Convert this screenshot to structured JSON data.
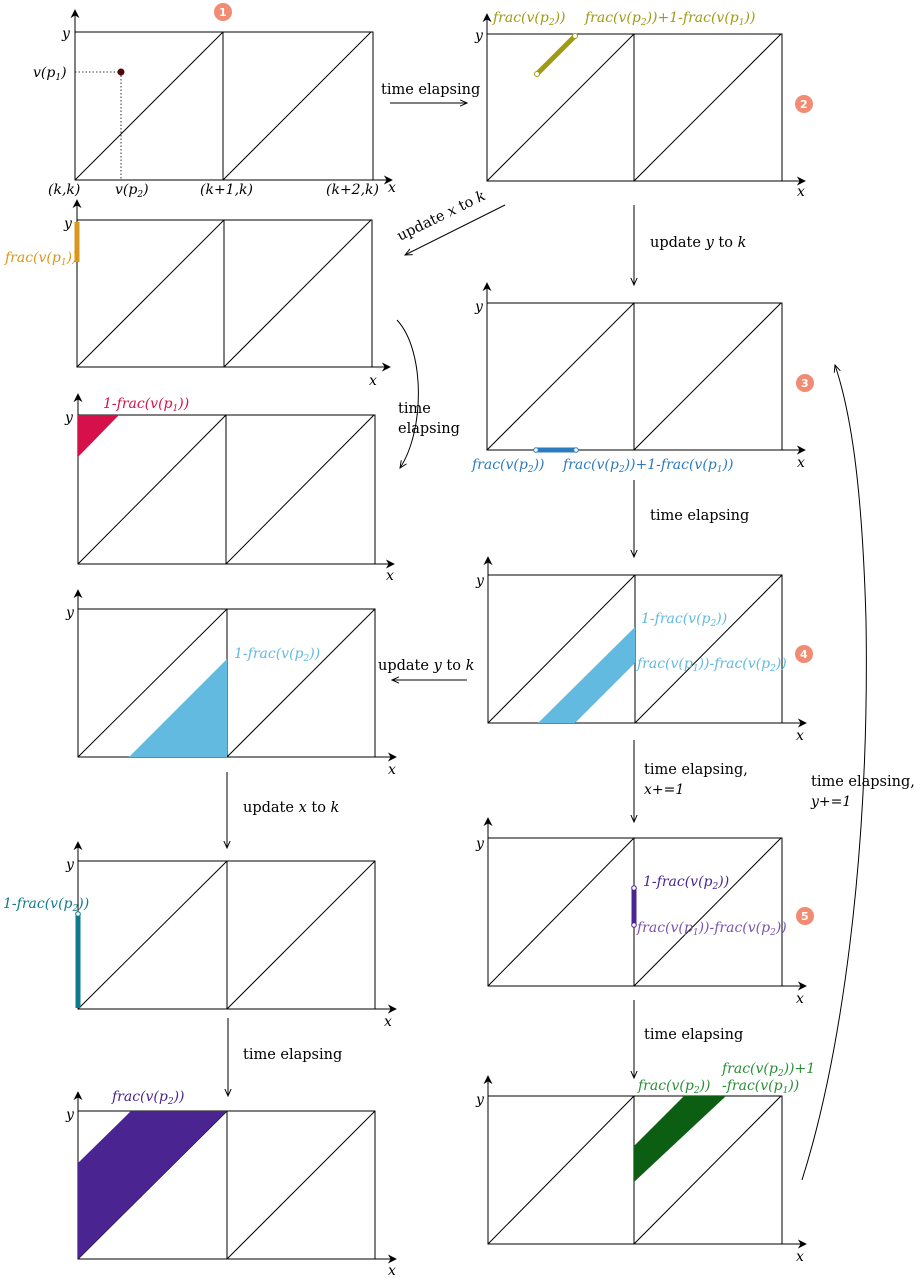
{
  "colors": {
    "badge": "#f18b73",
    "olive": "#a09b13",
    "orange": "#d9971d",
    "crimson": "#d6104a",
    "blue": "#2c7bbf",
    "lightblue": "#62bae0",
    "teal": "#0e7b8c",
    "purple": "#4a2592",
    "violet": "#7a55ad",
    "green": "#0c5e12",
    "green_text": "#2a8f35",
    "point": "#4d0a0a"
  },
  "badges": [
    "1",
    "2",
    "3",
    "4",
    "5"
  ],
  "axes": {
    "x": "x",
    "y": "y"
  },
  "panel1": {
    "v_p1": "v(p1)",
    "v_p2": "v(p2)",
    "k_k": "(k,k)",
    "k1_k": "(k+1,k)",
    "k2_k": "(k+2,k)"
  },
  "labels": {
    "frac_p2": "frac(v(p2))",
    "frac_p2_plus": "frac(v(p2))+1-frac(v(p1))",
    "frac_p1": "frac(v(p1))",
    "one_minus_frac_p1": "1-frac(v(p1))",
    "one_minus_frac_p2": "1-frac(v(p2))",
    "frac_diff": "frac(v(p1))-frac(v(p2))",
    "frac_p2_plus_1": "frac(v(p2))+1",
    "minus_frac_p1": "-frac(v(p1))"
  },
  "arrows": {
    "time_elapsing": "time elapsing",
    "update_x_to_k": "update x to k",
    "update_y_to_k": "update y to k",
    "time": "time",
    "elapsing": "elapsing",
    "time_elapsing_comma": "time elapsing,",
    "x_plus": "x+=1",
    "y_plus": "y+=1"
  }
}
